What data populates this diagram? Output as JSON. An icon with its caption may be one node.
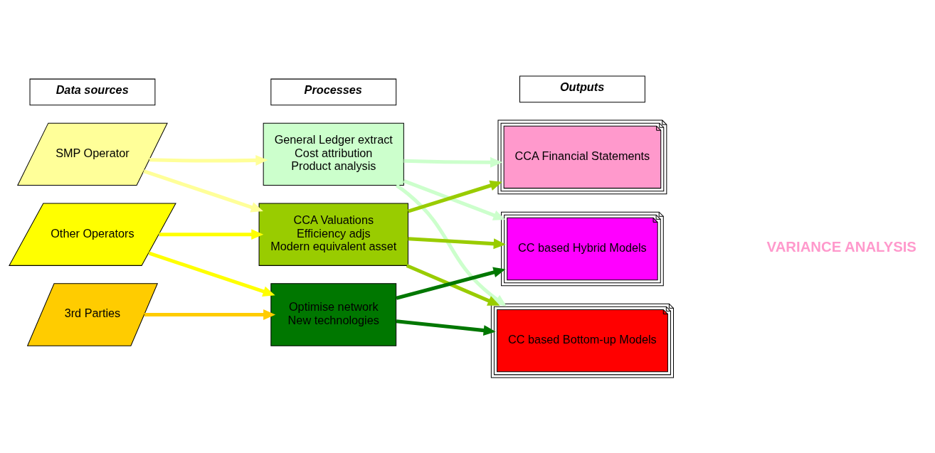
{
  "diagram": {
    "nodes": [
      {
        "text": [
          "Data sources"
        ]
      },
      {
        "text": [
          "Processes"
        ]
      },
      {
        "text": [
          "Outputs"
        ]
      },
      {
        "text": [
          "SMP Operator"
        ]
      },
      {
        "text": [
          "Other Operators"
        ]
      },
      {
        "text": [
          "3rd Parties"
        ]
      },
      {
        "text": [
          "General Ledger extract",
          "Cost attribution",
          "Product analysis"
        ]
      },
      {
        "text": [
          "CCA Valuations",
          "Efficiency adjs",
          "Modern equivalent asset"
        ]
      },
      {
        "text": [
          "Optimise network",
          "New technologies"
        ]
      },
      {
        "text": [
          "CCA Financial Statements"
        ]
      },
      {
        "text": [
          "CC based Hybrid Models"
        ]
      },
      {
        "text": [
          "CC based Bottom-up Models"
        ]
      }
    ],
    "edges": [
      {
        "from": 3,
        "to": 6,
        "arrow": "to",
        "color": "#ffff99"
      },
      {
        "from": 3,
        "to": 7,
        "arrow": "to",
        "color": "#ffff99"
      },
      {
        "from": 4,
        "to": 7,
        "arrow": "to",
        "color": "#ffff00"
      },
      {
        "from": 4,
        "to": 8,
        "arrow": "to",
        "color": "#ffff00"
      },
      {
        "from": 5,
        "to": 8,
        "arrow": "to",
        "color": "#ffcc00"
      },
      {
        "from": 6,
        "to": 9,
        "arrow": "to",
        "color": "#ccffcc"
      },
      {
        "from": 6,
        "to": 10,
        "arrow": "to",
        "color": "#ccffcc"
      },
      {
        "from": 6,
        "to": 11,
        "arrow": "to",
        "color": "#ccffcc"
      },
      {
        "from": 7,
        "to": 9,
        "arrow": "to",
        "color": "#99cc00"
      },
      {
        "from": 7,
        "to": 10,
        "arrow": "to",
        "color": "#99cc00"
      },
      {
        "from": 7,
        "to": 11,
        "arrow": "to",
        "color": "#99cc00"
      },
      {
        "from": 8,
        "to": 10,
        "arrow": "to",
        "color": "#007700"
      },
      {
        "from": 8,
        "to": 11,
        "arrow": "to",
        "color": "#007700"
      }
    ],
    "labels": [
      "VARIANCE ANALYSIS"
    ]
  }
}
